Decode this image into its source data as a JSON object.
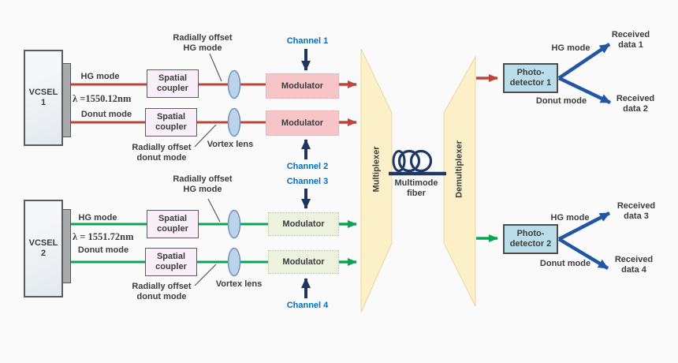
{
  "colors": {
    "beam_red": "#bf4536",
    "beam_green": "#0aa64f",
    "channel_arrow_navy": "#1f3560",
    "channel_label_blue": "#0070c0",
    "output_arrow_blue": "#2156a5",
    "mux_fill": "#fcf0c8",
    "modulator_pink": "#f7c4c8",
    "modulator_green": "#edf2df",
    "photodetector_blue": "#b9dee9",
    "vortex_lens_blue": "#bdd3ea",
    "fiber_navy": "#1f3864"
  },
  "transmitter1": {
    "vcsel_label": "VCSEL\n1",
    "wavelength": "λ =1550.12nm",
    "hg_mode": "HG mode",
    "donut_mode": "Donut mode",
    "spatial_coupler_top": "Spatial\ncoupler",
    "spatial_coupler_bottom": "Spatial\ncoupler",
    "radially_offset_hg": "Radially offset\nHG mode",
    "radially_offset_donut": "Radially offset\ndonut mode",
    "vortex_lens": "Vortex lens",
    "modulator_top": "Modulator",
    "modulator_bottom": "Modulator"
  },
  "transmitter2": {
    "vcsel_label": "VCSEL\n2",
    "wavelength": "λ = 1551.72nm",
    "hg_mode": "HG mode",
    "donut_mode": "Donut mode",
    "spatial_coupler_top": "Spatial\ncoupler",
    "spatial_coupler_bottom": "Spatial\ncoupler",
    "radially_offset_hg": "Radially offset\nHG mode",
    "radially_offset_donut": "Radially offset\ndonut mode",
    "vortex_lens": "Vortex lens",
    "modulator_top": "Modulator",
    "modulator_bottom": "Modulator"
  },
  "channels": {
    "channel1": "Channel 1",
    "channel2": "Channel 2",
    "channel3": "Channel 3",
    "channel4": "Channel 4"
  },
  "link": {
    "multiplexer": "Multiplexer",
    "multimode_fiber": "Multimode\nfiber",
    "demultiplexer": "Demultiplexer"
  },
  "receiver1": {
    "photodetector": "Photo-\ndetector 1",
    "hg_mode": "HG mode",
    "donut_mode": "Donut mode",
    "received_data_top": "Received\ndata 1",
    "received_data_bottom": "Received\ndata 2"
  },
  "receiver2": {
    "photodetector": "Photo-\ndetector 2",
    "hg_mode": "HG mode",
    "donut_mode": "Donut mode",
    "received_data_top": "Received\ndata 3",
    "received_data_bottom": "Received\ndata 4"
  }
}
